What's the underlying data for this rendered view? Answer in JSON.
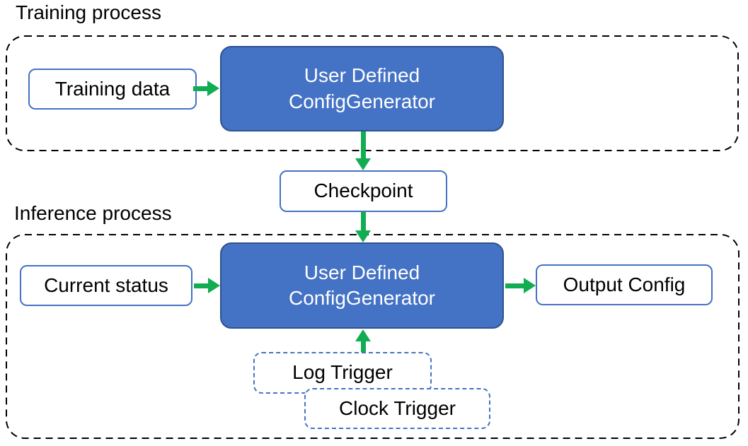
{
  "colors": {
    "background": "#FFFFFF",
    "text": "#000000",
    "node_fill": "#4472C4",
    "node_border": "#2F528F",
    "node_text": "#FFFFFF",
    "outline_border": "#4472C4",
    "trigger_border": "#4472C4",
    "container_border": "#000000",
    "arrow": "#12AC53"
  },
  "labels": {
    "training_section": "Training process",
    "inference_section": "Inference process",
    "training_data": "Training data",
    "training_generator": "User Defined\nConfigGenerator",
    "checkpoint": "Checkpoint",
    "current_status": "Current status",
    "inference_generator": "User Defined\nConfigGenerator",
    "output_config": "Output Config",
    "log_trigger": "Log Trigger",
    "clock_trigger": "Clock Trigger"
  }
}
